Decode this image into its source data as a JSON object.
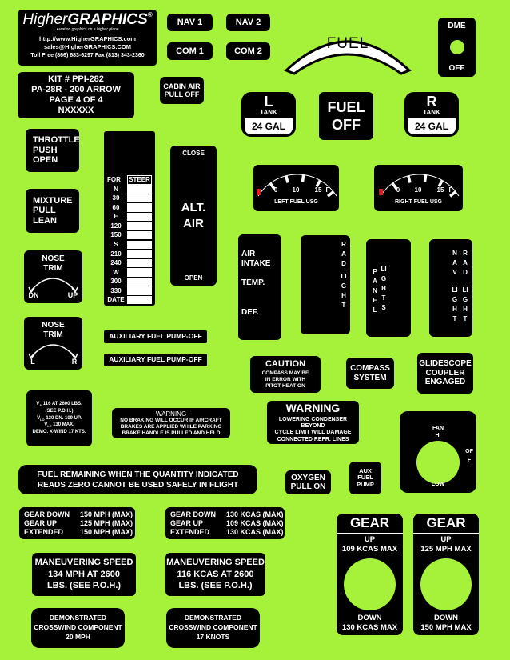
{
  "logo": {
    "higher": "Higher",
    "graphics": "GRAPHICS",
    "reg": "®",
    "tagline": "Aviation graphics on a higher plane"
  },
  "contact": {
    "url": "http://www.HigherGRAPHICS.com",
    "email": "sales@HigherGRAPHICS.COM",
    "phone": "Toll Free (866) 683-6297 Fax (813) 343-2360"
  },
  "kit": {
    "line1": "KIT # PPI-282",
    "line2": "PA-28R - 200 ARROW",
    "line3": "PAGE 4 OF 4",
    "line4": "NXXXXX"
  },
  "nav1": "NAV 1",
  "nav2": "NAV 2",
  "com1": "COM 1",
  "com2": "COM 2",
  "cabin_air": {
    "line1": "CABIN AIR",
    "line2": "PULL OFF"
  },
  "fuel_arc": "FUEL",
  "dme": {
    "top": "DME",
    "bottom": "OFF"
  },
  "left_tank": {
    "letter": "L",
    "word": "TANK",
    "gal": "24 GAL"
  },
  "right_tank": {
    "letter": "R",
    "word": "TANK",
    "gal": "24 GAL"
  },
  "fuel_off": {
    "line1": "FUEL",
    "line2": "OFF"
  },
  "throttle": {
    "line1": "THROTTLE",
    "line2": "PUSH",
    "line3": "OPEN"
  },
  "mixture": {
    "line1": "MIXTURE",
    "line2": "PULL",
    "line3": "LEAN"
  },
  "compass_card": {
    "head_for": "FOR",
    "head_steer": "STEER",
    "rows": [
      "N",
      "30",
      "60",
      "E",
      "120",
      "150",
      "S",
      "210",
      "240",
      "W",
      "300",
      "330",
      "DATE"
    ]
  },
  "alt_air": {
    "close": "CLOSE",
    "line1": "ALT.",
    "line2": "AIR",
    "open": "OPEN"
  },
  "left_gauge": {
    "t0": "0",
    "t10": "10",
    "t15": "15",
    "tf": "F",
    "label": "LEFT FUEL USG"
  },
  "right_gauge": {
    "t0": "0",
    "t10": "10",
    "t15": "15",
    "tf": "F",
    "label": "RIGHT FUEL USG"
  },
  "nose_trim1": {
    "line1": "NOSE",
    "line2": "TRIM",
    "left": "DN",
    "right": "UP"
  },
  "nose_trim2": {
    "line1": "NOSE",
    "line2": "TRIM",
    "left": "L",
    "right": "R"
  },
  "air_intake": {
    "line1": "AIR",
    "line2": "INTAKE",
    "line3": "TEMP.",
    "line4": "DEF."
  },
  "rad_light": {
    "col1": "RAD",
    "col2": "LIGHT"
  },
  "panel_lights": {
    "col1": "PANEL",
    "col2": "LIGHTS"
  },
  "nav_rad": {
    "c1a": "NAV",
    "c1b": "LIGHT",
    "c2a": "RAD",
    "c2b": "LIGHT"
  },
  "aux_pump1": "AUXILIARY FUEL PUMP-OFF",
  "aux_pump2": "AUXILIARY FUEL PUMP-OFF",
  "caution": {
    "title": "CAUTION",
    "l1": "COMPASS MAY BE",
    "l2": "IN ERROR WITH",
    "l3": "PITOT HEAT ON"
  },
  "compass_system": {
    "line1": "COMPASS",
    "line2": "SYSTEM"
  },
  "glidescope": {
    "line1": "GLIDESCOPE",
    "line2": "COUPLER",
    "line3": "ENGAGED"
  },
  "speeds": {
    "va_sym": "V",
    "va_sub": "A",
    "va_txt": "116 AT 2600 LBS.",
    "va_poh": "(SEE P.O.H.)",
    "vlo_sym": "V",
    "vlo_sub": "LO",
    "vlo_txt": "130 DN. 109 UP.",
    "vle_sym": "V",
    "vle_sub": "LE",
    "vle_txt": "130 MAX.",
    "demo": "DEMO. X-WIND 17 KTS."
  },
  "warning_brake": {
    "title": "WARNING",
    "l1": "NO BRAKING WILL OCCUR IF AIRCRAFT",
    "l2": "BRAKES ARE APPLIED WHILE PARKING",
    "l3": "BRAKE HANDLE IS PULLED AND HELD"
  },
  "warning_cond": {
    "title": "WARNING",
    "l1": "LOWERING CONDENSER BEYOND",
    "l2": "CYCLE LIMIT WILL DAMAGE",
    "l3": "CONNECTED REFR. LINES"
  },
  "fan": {
    "fan": "FAN",
    "hi": "HI",
    "off": "OFF",
    "low": "LOW"
  },
  "fuel_remaining": {
    "l1": "FUEL REMAINING WHEN THE QUANTITY INDICATED",
    "l2": "READS ZERO CANNOT BE USED SAFELY IN FLIGHT"
  },
  "oxygen": {
    "line1": "OXYGEN",
    "line2": "PULL ON"
  },
  "aux_fuel_pump": {
    "line1": "AUX",
    "line2": "FUEL",
    "line3": "PUMP"
  },
  "gear_mph": {
    "r1a": "GEAR DOWN",
    "r1b": "150 MPH (MAX)",
    "r2a": "GEAR UP",
    "r2b": "125 MPH (MAX)",
    "r3a": "EXTENDED",
    "r3b": "150 MPH (MAX)"
  },
  "gear_kcas": {
    "r1a": "GEAR DOWN",
    "r1b": "130 KCAS (MAX)",
    "r2a": "GEAR UP",
    "r2b": "109 KCAS (MAX)",
    "r3a": "EXTENDED",
    "r3b": "130 KCAS (MAX)"
  },
  "gear_big1": {
    "title": "GEAR",
    "up": "UP",
    "up_spd": "109 KCAS MAX",
    "down": "DOWN",
    "down_spd": "130 KCAS MAX"
  },
  "gear_big2": {
    "title": "GEAR",
    "up": "UP",
    "up_spd": "125 MPH MAX",
    "down": "DOWN",
    "down_spd": "150 MPH MAX"
  },
  "maneuver1": {
    "l1": "MANEUVERING SPEED",
    "l2": "134 MPH AT 2600",
    "l3": "LBS. (SEE P.O.H.)"
  },
  "maneuver2": {
    "l1": "MANEUVERING SPEED",
    "l2": "116 KCAS AT 2600",
    "l3": "LBS. (SEE P.O.H.)"
  },
  "crosswind1": {
    "l1": "DEMONSTRATED",
    "l2": "CROSSWIND COMPONENT",
    "l3": "20 MPH"
  },
  "crosswind2": {
    "l1": "DEMONSTRATED",
    "l2": "CROSSWIND COMPONENT",
    "l3": "17 KNOTS"
  },
  "colors": {
    "background": "#a6f23a",
    "placard": "#000000",
    "text": "#ffffff"
  }
}
